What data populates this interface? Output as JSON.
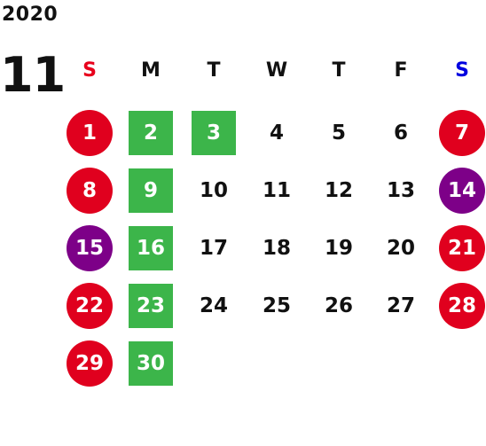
{
  "year": "2020",
  "month": "11",
  "colors": {
    "sunday": "#e8001c",
    "saturday": "#0000e0",
    "holiday_red": "#e0001e",
    "holiday_purple": "#7d0088",
    "green": "#3cb54a"
  },
  "weekdays": [
    "S",
    "M",
    "T",
    "W",
    "T",
    "F",
    "S"
  ],
  "weeks": [
    [
      {
        "d": "1",
        "mark": "red"
      },
      {
        "d": "2",
        "mark": "green"
      },
      {
        "d": "3",
        "mark": "green"
      },
      {
        "d": "4",
        "mark": ""
      },
      {
        "d": "5",
        "mark": ""
      },
      {
        "d": "6",
        "mark": ""
      },
      {
        "d": "7",
        "mark": "red"
      }
    ],
    [
      {
        "d": "8",
        "mark": "red"
      },
      {
        "d": "9",
        "mark": "green"
      },
      {
        "d": "10",
        "mark": ""
      },
      {
        "d": "11",
        "mark": ""
      },
      {
        "d": "12",
        "mark": ""
      },
      {
        "d": "13",
        "mark": ""
      },
      {
        "d": "14",
        "mark": "purple"
      }
    ],
    [
      {
        "d": "15",
        "mark": "purple"
      },
      {
        "d": "16",
        "mark": "green"
      },
      {
        "d": "17",
        "mark": ""
      },
      {
        "d": "18",
        "mark": ""
      },
      {
        "d": "19",
        "mark": ""
      },
      {
        "d": "20",
        "mark": ""
      },
      {
        "d": "21",
        "mark": "red"
      }
    ],
    [
      {
        "d": "22",
        "mark": "red"
      },
      {
        "d": "23",
        "mark": "green"
      },
      {
        "d": "24",
        "mark": ""
      },
      {
        "d": "25",
        "mark": ""
      },
      {
        "d": "26",
        "mark": ""
      },
      {
        "d": "27",
        "mark": ""
      },
      {
        "d": "28",
        "mark": "red"
      }
    ],
    [
      {
        "d": "29",
        "mark": "red"
      },
      {
        "d": "30",
        "mark": "green"
      }
    ]
  ]
}
